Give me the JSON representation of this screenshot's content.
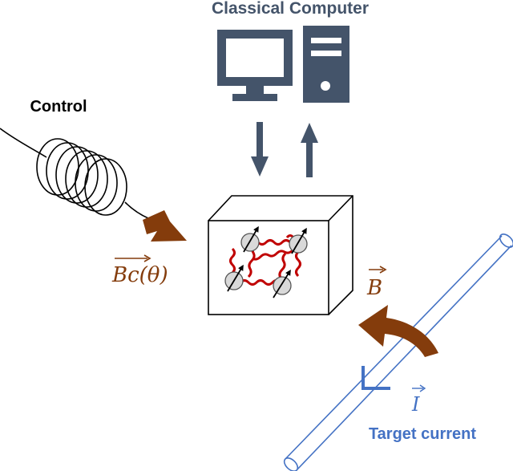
{
  "labels": {
    "classical_computer": "Classical Computer",
    "control": "Control",
    "control_field": "Bc(θ)",
    "field": "B",
    "current": "I",
    "target_current": "Target current"
  },
  "colors": {
    "computer": "#44546a",
    "coil": "#000000",
    "field_arrow": "#843c0c",
    "spring": "#c00000",
    "spin": "#d9d9d9",
    "wire": "#4472c4",
    "target_text": "#4472c4"
  },
  "icons": [
    "monitor-icon",
    "tower-icon",
    "coil-icon",
    "spin-icon"
  ]
}
